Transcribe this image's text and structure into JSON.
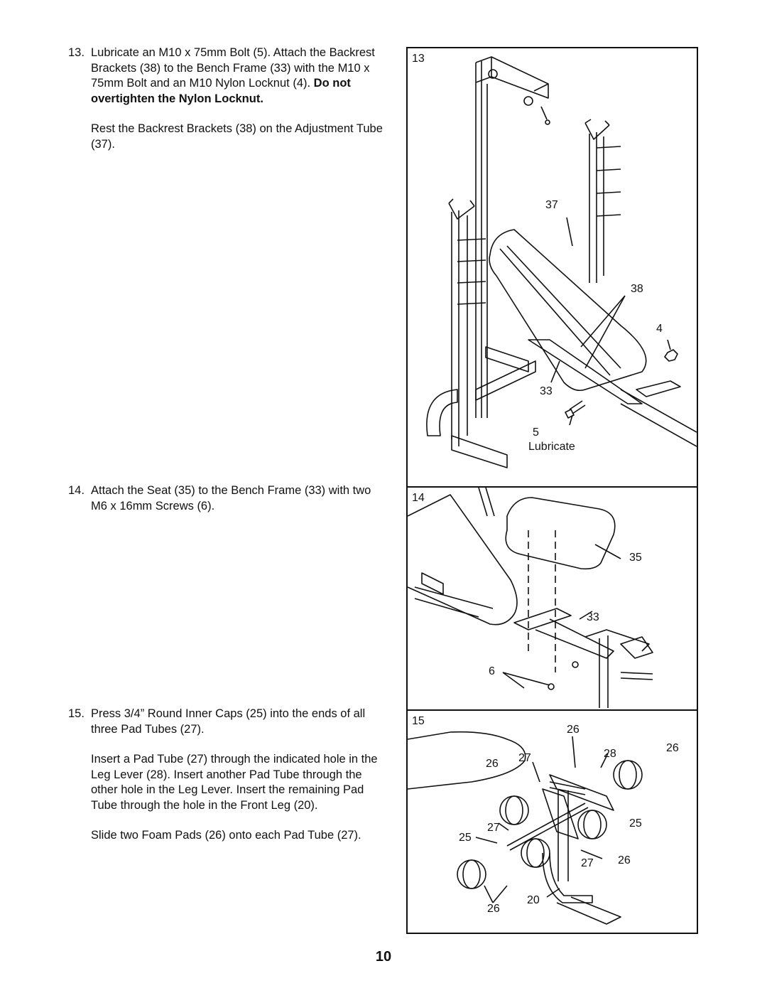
{
  "steps": [
    {
      "number": "13.",
      "p1_a": "Lubricate an M10 x 75mm Bolt (5). Attach the Backrest Brackets (38) to the Bench Frame (33) with the M10 x 75mm Bolt and an M10 Nylon Locknut (4). ",
      "p1_bold": "Do not overtighten the Nylon Locknut.",
      "p2": "Rest the Backrest Brackets (38) on the Adjustment Tube (37)."
    },
    {
      "number": "14.",
      "p1": "Attach the Seat (35) to the Bench Frame (33) with two M6 x 16mm Screws (6)."
    },
    {
      "number": "15.",
      "p1": "Press 3/4” Round Inner Caps (25) into the ends of all three Pad Tubes (27).",
      "p2": "Insert a Pad Tube (27) through the indicated hole in the Leg Lever (28). Insert another Pad Tube through the other hole in the Leg Lever. Insert the remaining Pad Tube through the hole in the Front Leg (20).",
      "p3": "Slide two Foam Pads (26) onto each Pad Tube (27)."
    }
  ],
  "figures": [
    {
      "number": "13",
      "callouts": {
        "c37": "37",
        "c38": "38",
        "c4": "4",
        "c33": "33",
        "c5": "5",
        "lubricate": "Lubricate"
      }
    },
    {
      "number": "14",
      "callouts": {
        "c35": "35",
        "c33": "33",
        "c6": "6"
      }
    },
    {
      "number": "15",
      "callouts": {
        "c26a": "26",
        "c26b": "26",
        "c27a": "27",
        "c28": "28",
        "c26c": "26",
        "c27b": "27",
        "c25a": "25",
        "c25b": "25",
        "c27c": "27",
        "c26d": "26",
        "c26e": "26",
        "c20": "20"
      }
    }
  ],
  "page_number": "10"
}
